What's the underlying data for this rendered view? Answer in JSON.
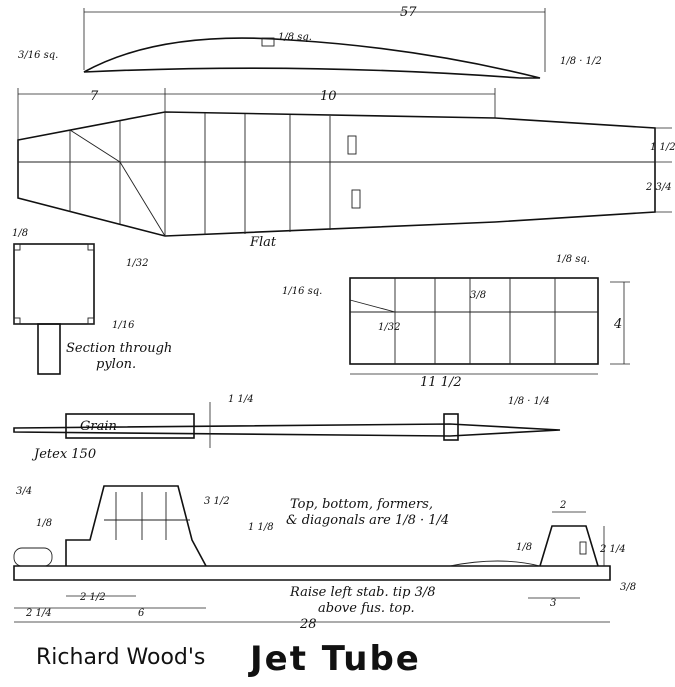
{
  "title": {
    "author": "Richard Wood's",
    "model": "Jet Tube"
  },
  "wing_dims": {
    "span": "57",
    "spar": "1/8 sq.",
    "le": "3/16 sq.",
    "te": "1/8 · 1/2"
  },
  "fuselage_plan": {
    "front": "7",
    "mid": "10",
    "depth_a": "1 1/2",
    "depth_b": "2 3/4",
    "note": "Flat"
  },
  "section": {
    "corner": "1/8",
    "side": "1/32",
    "pylon": "1/16",
    "label_line1": "Section through",
    "label_line2": "pylon."
  },
  "tailplane": {
    "le": "1/16 sq.",
    "spar": "1/8 sq.",
    "rib": "1/32",
    "tip": "3/8",
    "span": "11 1/2",
    "chord": "4",
    "te": "1/8 · 1/4"
  },
  "motor": {
    "grain": "Grain",
    "dia": "1 1/4",
    "name": "Jetex 150"
  },
  "side_view": {
    "pylon_top": "3/4",
    "pylon_in": "1/8",
    "pylon_h": "3 1/2",
    "fus_h": "1 1/8",
    "note_line1": "Top, bottom, formers,",
    "note_line2": "& diagonals are 1/8 · 1/4",
    "fin_top": "2",
    "fin_h": "2 1/4",
    "fin_in": "1/8",
    "fin_base": "3",
    "fin_foot": "3/8",
    "stab_line1": "Raise left stab. tip 3/8",
    "stab_line2": "above fus. top.",
    "nose": "2 1/4",
    "pylon_pos": "2 1/2",
    "pylon_len": "6",
    "length": "28"
  }
}
